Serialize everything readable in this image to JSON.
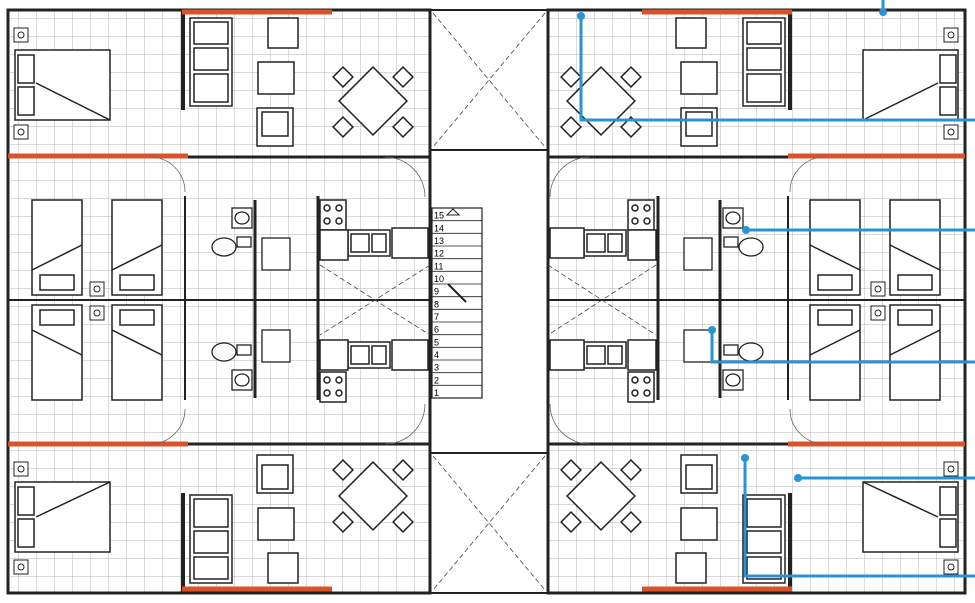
{
  "colors": {
    "wall": "#222222",
    "grid": "#9a9a9a",
    "accent_red": "#d9532a",
    "accent_blue": "#2a93d5",
    "background": "#ffffff"
  },
  "stair": {
    "step_labels": [
      "15",
      "14",
      "13",
      "12",
      "11",
      "10",
      "9",
      "8",
      "7",
      "6",
      "5",
      "4",
      "3",
      "2",
      "1"
    ]
  },
  "icons": [
    "bed-icon",
    "sofa-icon",
    "armchair-icon",
    "dining-table-icon",
    "toilet-icon",
    "sink-icon",
    "stove-icon",
    "kitchen-sink-icon",
    "outlet-icon",
    "stair-arrow-icon"
  ]
}
